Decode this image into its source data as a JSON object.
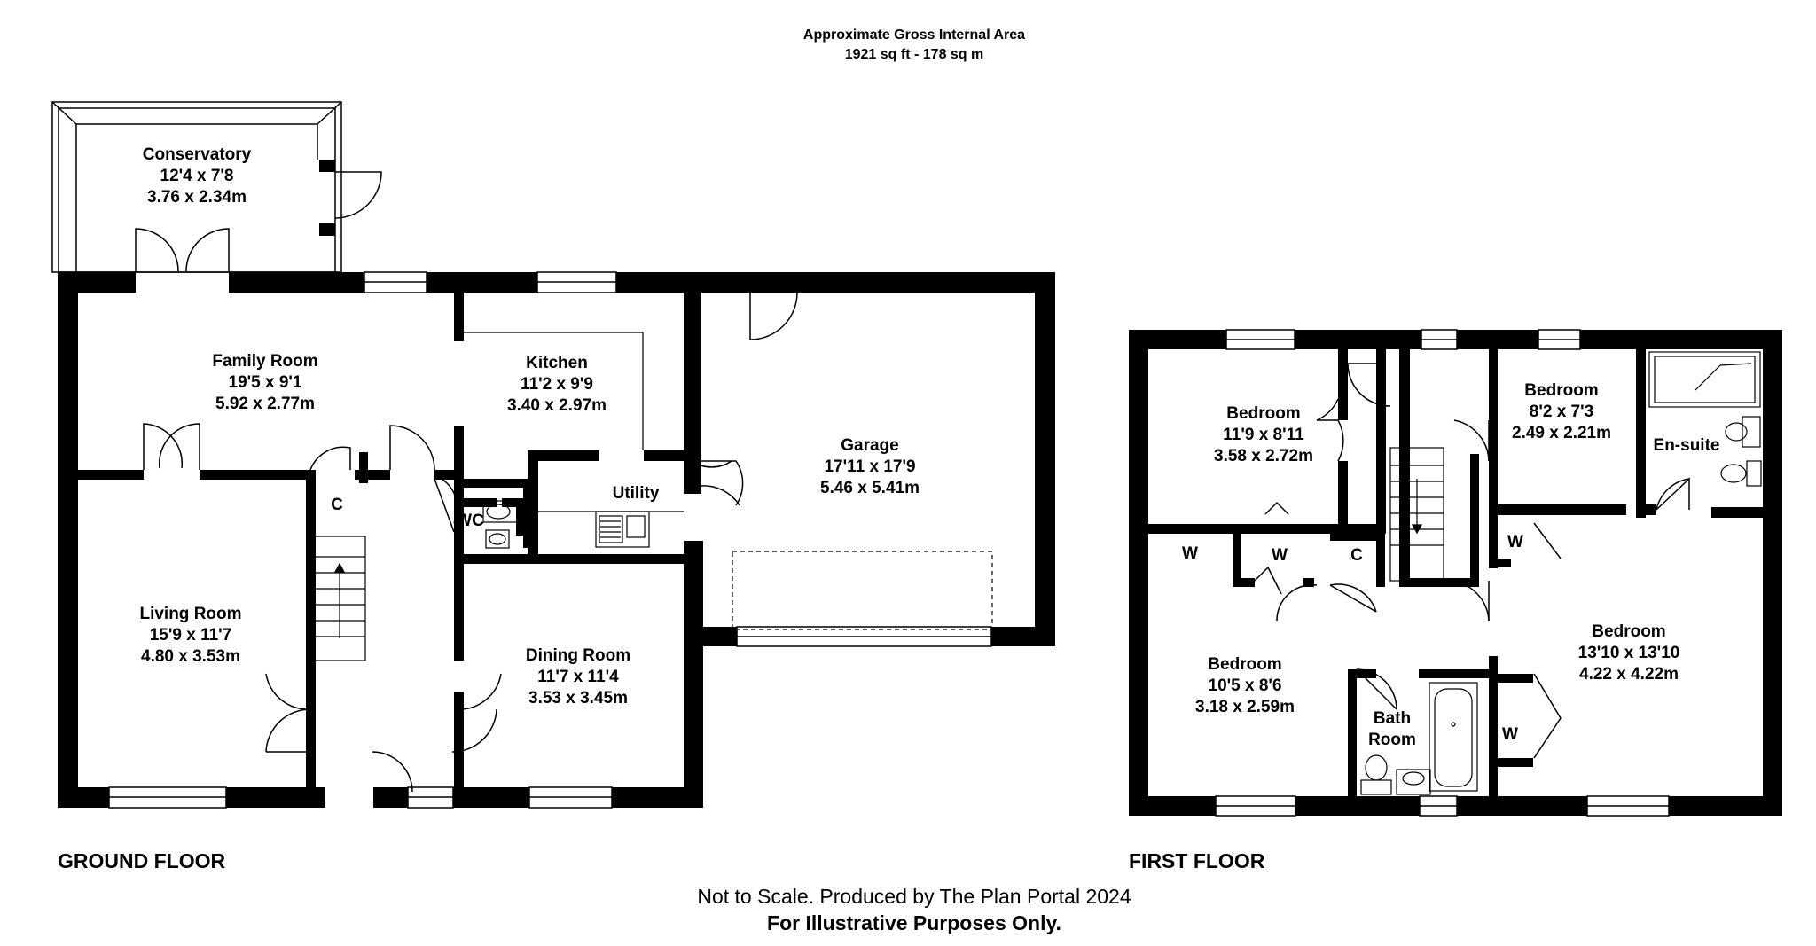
{
  "header": {
    "area_label": "Approximate Gross Internal Area",
    "area_value": "1921 sq ft - 178 sq m"
  },
  "ground_floor": {
    "label": "GROUND FLOOR",
    "rooms": {
      "conservatory": {
        "name": "Conservatory",
        "imperial": "12'4 x 7'8",
        "metric": "3.76 x 2.34m"
      },
      "family_room": {
        "name": "Family Room",
        "imperial": "19'5 x 9'1",
        "metric": "5.92 x 2.77m"
      },
      "kitchen": {
        "name": "Kitchen",
        "imperial": "11'2 x 9'9",
        "metric": "3.40 x 2.97m"
      },
      "garage": {
        "name": "Garage",
        "imperial": "17'11 x 17'9",
        "metric": "5.46 x 5.41m"
      },
      "living_room": {
        "name": "Living Room",
        "imperial": "15'9 x 11'7",
        "metric": "4.80 x 3.53m"
      },
      "dining_room": {
        "name": "Dining Room",
        "imperial": "11'7 x 11'4",
        "metric": "3.53 x 3.45m"
      },
      "utility": {
        "name": "Utility"
      },
      "wc": {
        "name": "WC"
      },
      "cupboard": {
        "name": "C"
      }
    }
  },
  "first_floor": {
    "label": "FIRST FLOOR",
    "rooms": {
      "bedroom_1": {
        "name": "Bedroom",
        "imperial": "11'9 x 8'11",
        "metric": "3.58 x 2.72m"
      },
      "bedroom_2": {
        "name": "Bedroom",
        "imperial": "8'2 x 7'3",
        "metric": "2.49 x 2.21m"
      },
      "ensuite": {
        "name": "En-suite"
      },
      "bedroom_3": {
        "name": "Bedroom",
        "imperial": "10'5 x 8'6",
        "metric": "3.18 x 2.59m"
      },
      "bedroom_4": {
        "name": "Bedroom",
        "imperial": "13'10 x 13'10",
        "metric": "4.22 x 4.22m"
      },
      "bathroom": {
        "name_line1": "Bath",
        "name_line2": "Room"
      },
      "wardrobe": {
        "name": "W"
      },
      "cupboard": {
        "name": "C"
      }
    }
  },
  "footer": {
    "line1": "Not to Scale. Produced by The Plan Portal 2024",
    "line2": "For Illustrative Purposes Only."
  }
}
